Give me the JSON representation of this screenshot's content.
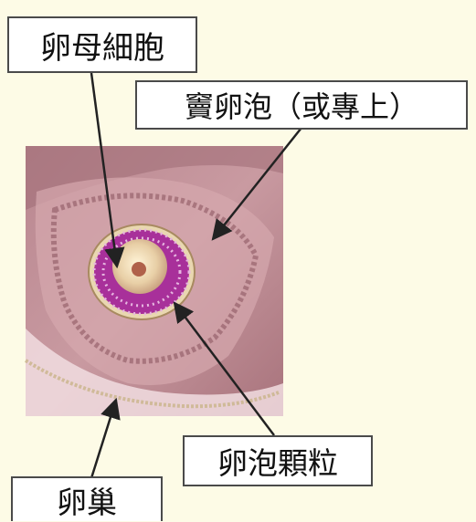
{
  "labels": {
    "oocyte": "卵母細胞",
    "antral_follicle": "竇卵泡（或專上）",
    "granulosa": "卵泡顆粒",
    "ovary": "卵巢"
  },
  "colors": {
    "background": "#fdfbe6",
    "tissue": "#c48c96",
    "granulosa_cells": "#a8309a",
    "arrow": "#222222"
  }
}
